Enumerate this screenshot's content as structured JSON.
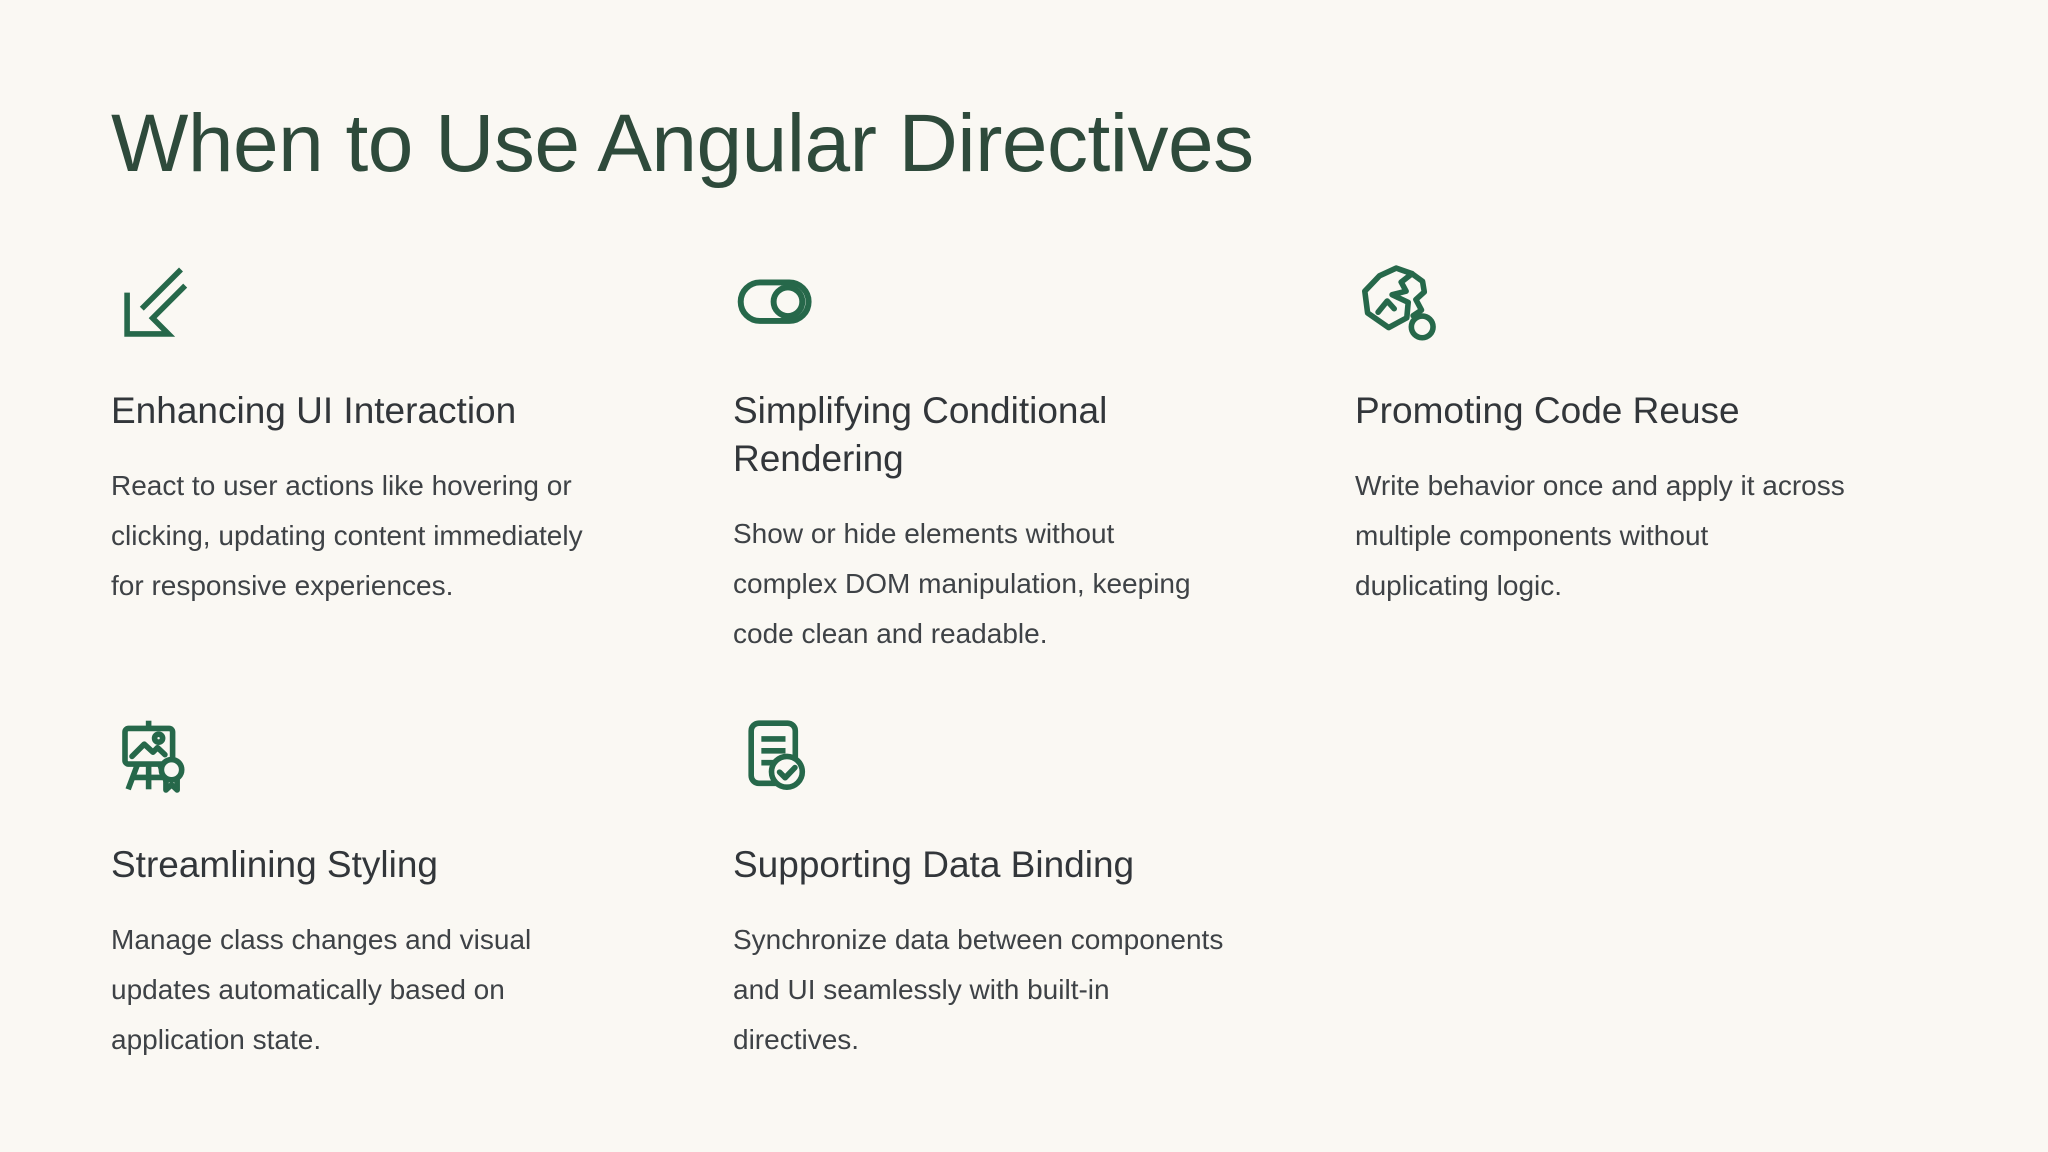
{
  "page": {
    "title": "When to Use Angular Directives",
    "background_color": "#faf8f3",
    "title_color": "#2e4a3b",
    "icon_color": "#26684a",
    "heading_color": "#32363a",
    "body_color": "#3e4246"
  },
  "cards": [
    {
      "icon": "arrow-down-left-icon",
      "title": "Enhancing UI Interaction",
      "description": "React to user actions like hovering or\nclicking, updating content immediately\nfor responsive experiences."
    },
    {
      "icon": "toggle-switch-icon",
      "title": "Simplifying Conditional\nRendering",
      "description": "Show or hide elements without\ncomplex DOM manipulation, keeping\ncode clean and readable."
    },
    {
      "icon": "crumpled-paper-reuse-icon",
      "title": "Promoting Code Reuse",
      "description": "Write behavior once and apply it across\nmultiple components without\nduplicating logic."
    },
    {
      "icon": "easel-award-icon",
      "title": "Streamlining Styling",
      "description": "Manage class changes and visual\nupdates automatically based on\napplication state."
    },
    {
      "icon": "document-check-icon",
      "title": "Supporting Data Binding",
      "description": "Synchronize data between components\nand UI seamlessly with built-in\ndirectives."
    }
  ]
}
